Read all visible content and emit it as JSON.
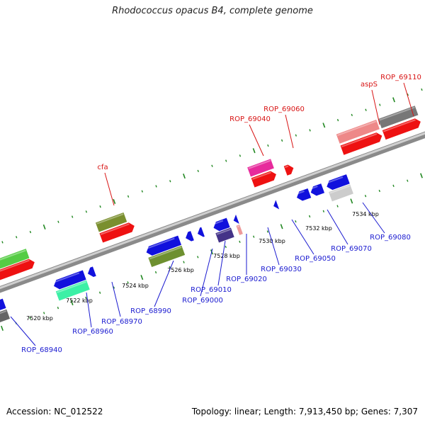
{
  "title": "Rhodococcus opacus B4, complete genome",
  "footer": {
    "accession": "Accession: NC_012522",
    "topology": "Topology: linear; Length: 7,913,450 bp; Genes: 7,307"
  },
  "colors": {
    "forward_label": "#d81414",
    "reverse_label": "#1a1ad0",
    "tick": "#228822",
    "backbone": "#8a8a8a"
  },
  "scale_labels": [
    "7520 kbp",
    "7522 kbp",
    "7524 kbp",
    "7526 kbp",
    "7528 kbp",
    "7530 kbp",
    "7532 kbp",
    "7534 kbp"
  ],
  "genes": [
    {
      "id": "ROP_68940",
      "strand": "reverse"
    },
    {
      "id": "ROP_68960",
      "strand": "reverse"
    },
    {
      "id": "ROP_68970",
      "strand": "reverse"
    },
    {
      "id": "ROP_68990",
      "strand": "reverse"
    },
    {
      "id": "ROP_69000",
      "strand": "reverse"
    },
    {
      "id": "ROP_69010",
      "strand": "reverse"
    },
    {
      "id": "ROP_69020",
      "strand": "reverse"
    },
    {
      "id": "ROP_69030",
      "strand": "reverse"
    },
    {
      "id": "ROP_69050",
      "strand": "reverse"
    },
    {
      "id": "ROP_69070",
      "strand": "reverse"
    },
    {
      "id": "ROP_69080",
      "strand": "reverse"
    },
    {
      "id": "cfa",
      "strand": "forward"
    },
    {
      "id": "ROP_69040",
      "strand": "forward"
    },
    {
      "id": "ROP_69060",
      "strand": "forward"
    },
    {
      "id": "aspS",
      "strand": "forward"
    },
    {
      "id": "ROP_69110",
      "strand": "forward"
    }
  ]
}
